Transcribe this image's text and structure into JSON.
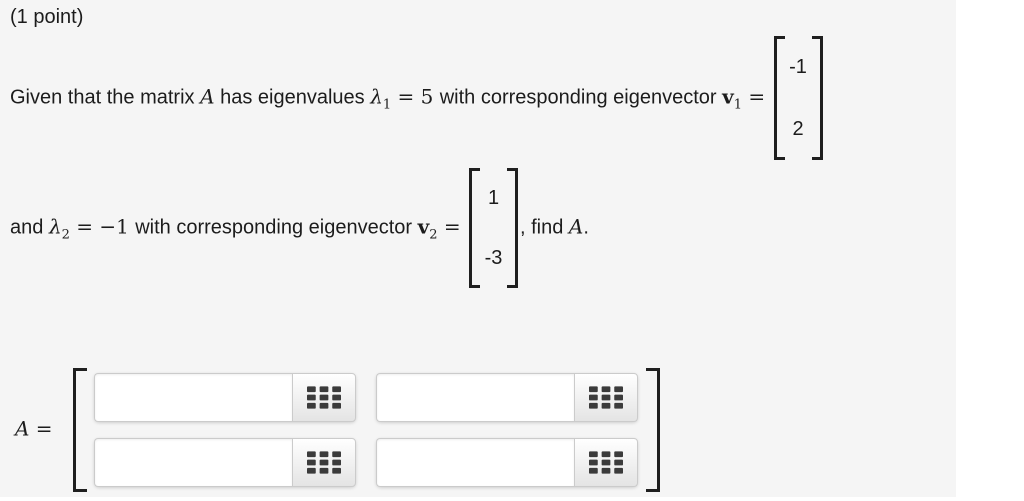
{
  "header": {
    "points_label": "(1 point)"
  },
  "problem": {
    "line1": {
      "t1": "Given that the matrix ",
      "mA": "A",
      "t2": " has eigenvalues ",
      "lambda": "λ",
      "lambda_sub": "1",
      "eq_val": " = 5 ",
      "t3": " with corresponding eigenvector ",
      "v": "v",
      "v_sub": "1",
      "eq2": " = "
    },
    "v1_rows": [
      "-1",
      "2"
    ],
    "line2": {
      "t1": "and ",
      "lambda": "λ",
      "lambda_sub": "2",
      "eq_val": " = −1 ",
      "t2": " with corresponding eigenvector ",
      "v": "v",
      "v_sub": "2",
      "eq2": " = "
    },
    "v2_rows": [
      "1",
      "-3"
    ],
    "tail": {
      "t1": ", find ",
      "mA": "A",
      "t2": "."
    }
  },
  "answer": {
    "mA": "A",
    "eq": " = ",
    "matrix_rows": 2,
    "matrix_cols": 2,
    "cells": [
      {
        "name": "a11",
        "value": ""
      },
      {
        "name": "a12",
        "value": ""
      },
      {
        "name": "a21",
        "value": ""
      },
      {
        "name": "a22",
        "value": ""
      }
    ]
  },
  "icons": {
    "cell_button_icon": "keypad-grid-icon"
  },
  "colors": {
    "page_bg": "#f5f5f5",
    "gutter_bg": "#ffffff",
    "text": "#1c1c1c",
    "bracket": "#1f1f1f",
    "input_border": "#cbcbcb",
    "button_gradient_top": "#ffffff",
    "button_gradient_bottom": "#e4e4e4",
    "icon_square": "#3b3b3b"
  }
}
